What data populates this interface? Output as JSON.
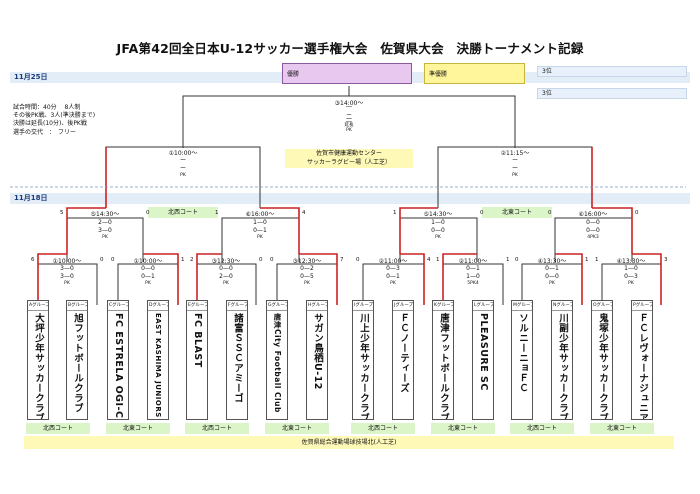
{
  "title": "JFA第42回全日本U-12サッカー選手権大会　佐賀県大会　決勝トーナメント記録",
  "days": {
    "day2": "11月25日",
    "day1": "11月18日"
  },
  "rules": [
    "試合時間：40分　 8人制",
    "その後PK戦、3人(準決勝まで)",
    "決勝は延長(10分)、後PK戦",
    "選手の交代　：　フリー"
  ],
  "results": {
    "winner": "優勝",
    "runner_up": "準優勝",
    "third_a": "3位",
    "third_b": "3位"
  },
  "final": {
    "label": "③14:00〜",
    "score_top": "‾‾",
    "score_mid": "二",
    "score_bot": "‾‾",
    "et": "延長",
    "pk": "PK"
  },
  "sf_left": {
    "label": "①10:00〜",
    "mid": "ー",
    "bot": "ー",
    "pk": "PK"
  },
  "sf_right": {
    "label": "②11:15〜",
    "mid": "ー",
    "bot": "ー",
    "pk": "PK"
  },
  "center_venue": {
    "line1": "佐賀市健康運動センター",
    "line2": "サッカーラグビー場（人工芝）"
  },
  "venues": {
    "nw": "北西コート",
    "ne": "北東コート"
  },
  "qf": [
    {
      "label": "⑤14:30〜",
      "l1": "2—0",
      "l2": "3—0",
      "pk": "PK",
      "left": "5",
      "right": "0"
    },
    {
      "label": "⑥16:00〜",
      "l1": "1—0",
      "l2": "0—1",
      "pk": "PK",
      "left": "1",
      "right": "4"
    },
    {
      "label": "⑤14:30〜",
      "l1": "1—0",
      "l2": "0—0",
      "pk": "PK",
      "left": "1",
      "right": "0"
    },
    {
      "label": "⑥16:00〜",
      "l1": "0—0",
      "l2": "0—0",
      "pk": "4PK3",
      "left": "0",
      "right": "0"
    }
  ],
  "r16": [
    {
      "label": "①10:00〜",
      "l1": "3—0",
      "l2": "3—0",
      "pk": "PK",
      "left": "6",
      "right": "0"
    },
    {
      "label": "①10:00〜",
      "l1": "0—0",
      "l2": "0—1",
      "pk": "PK",
      "left": "0",
      "right": "1"
    },
    {
      "label": "③12:30〜",
      "l1": "0—0",
      "l2": "2—0",
      "pk": "PK",
      "left": "2",
      "right": "0"
    },
    {
      "label": "③12:30〜",
      "l1": "0—2",
      "l2": "0—5",
      "pk": "PK",
      "left": "0",
      "right": "7"
    },
    {
      "label": "②11:00〜",
      "l1": "0—3",
      "l2": "0—1",
      "pk": "PK",
      "left": "0",
      "right": "4"
    },
    {
      "label": "②11:00〜",
      "l1": "0—1",
      "l2": "1—0",
      "pk": "5PK4",
      "left": "1",
      "right": "1"
    },
    {
      "label": "④13:30〜",
      "l1": "0—1",
      "l2": "0—0",
      "pk": "PK",
      "left": "0",
      "right": "1"
    },
    {
      "label": "④13:30〜",
      "l1": "1—0",
      "l2": "0—3",
      "pk": "PK",
      "left": "1",
      "right": "3"
    }
  ],
  "teams": [
    {
      "group": "Aグループ",
      "name": "大坪少年サッカークラブ"
    },
    {
      "group": "Bグループ",
      "name": "旭フットボールクラブ"
    },
    {
      "group": "Cグループ",
      "name": "FC ESTRELA OGI-CITY"
    },
    {
      "group": "Dグループ",
      "name": "EAST KASHIMA JUNIORS"
    },
    {
      "group": "Eグループ",
      "name": "FC BLAST"
    },
    {
      "group": "Fグループ",
      "name": "諸富ＳＳＣアミーゴ"
    },
    {
      "group": "Gグループ",
      "name": "唐津City Football Club"
    },
    {
      "group": "Hグループ",
      "name": "サガン鳥栖U-12"
    },
    {
      "group": "Iグループ",
      "name": "川上少年サッカークラブ"
    },
    {
      "group": "Jグループ",
      "name": "ＦＣノーティーズ"
    },
    {
      "group": "Kグループ",
      "name": "唐津フットボールクラブ"
    },
    {
      "group": "Lグループ",
      "name": "PLEASURE SC"
    },
    {
      "group": "Mグループ",
      "name": "ソルニーニョＦＣ"
    },
    {
      "group": "Nグループ",
      "name": "川副少年サッカークラブ"
    },
    {
      "group": "Oグループ",
      "name": "鬼塚少年サッカークラブ"
    },
    {
      "group": "Pグループ",
      "name": "ＦＣレヴォーナジュニア"
    }
  ],
  "bottom_courts": [
    "北西コート",
    "北東コート",
    "北西コート",
    "北東コート",
    "北西コート",
    "北東コート",
    "北西コート",
    "北東コート"
  ],
  "bottom_venue": "佐賀県総合運動場球技場北(人工芝)",
  "colors": {
    "accent": "#cc2222",
    "bracket": "#333333",
    "winner_box": "#e9c8f0",
    "runner_box": "#fff59a",
    "third_box": "#e8f1fb",
    "court": "#d4f5c0",
    "venue": "#fff7b0"
  }
}
